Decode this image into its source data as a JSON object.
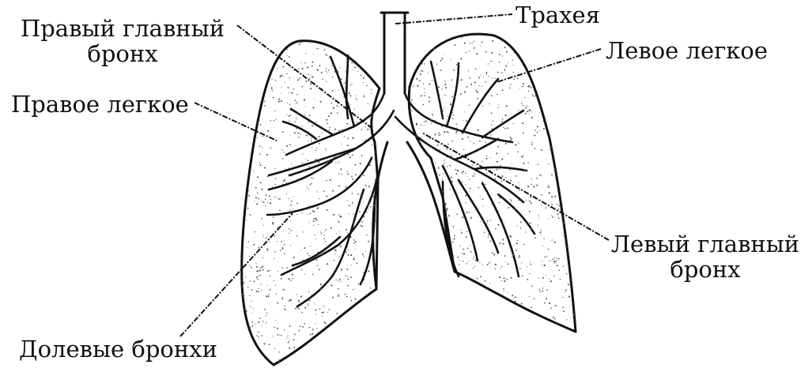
{
  "labels": {
    "right_main_bronchus": {
      "line1": "Правый главный",
      "line2": "бронх"
    },
    "trachea": "Трахея",
    "left_lung": "Левое легкое",
    "right_lung": "Правое легкое",
    "left_main_bronchus": {
      "line1": "Левый главный",
      "line2": "бронх"
    },
    "lobar_bronchi": "Долевые бронхи"
  },
  "colors": {
    "ink": "#111111",
    "background": "#ffffff"
  }
}
